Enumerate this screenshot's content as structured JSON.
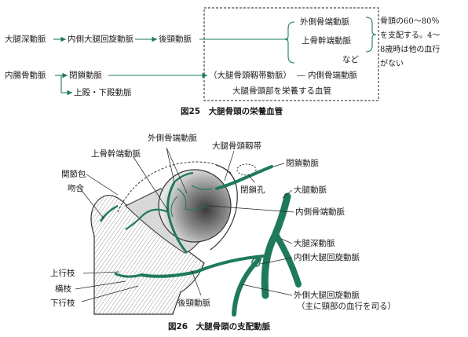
{
  "fig25": {
    "caption": "図25　大腿骨頭の栄養血管",
    "deep_femoral": "大腿深動脈",
    "medial_circumflex": "内側大腿回旋動脈",
    "posterior_cervical": "後頸動脈",
    "lateral_epiphyseal": "外側骨端動脈",
    "superior_metaphyseal": "上骨幹端動脈",
    "etc": "など",
    "note": [
      "骨頭の60～80％",
      "を支配する。4～",
      "8歳時は他の血行",
      "がない"
    ],
    "internal_iliac": "内腸骨動脈",
    "obturator": "閉鎖動脈",
    "lig_teres_artery": "（大腿骨頭靱帯動脈）",
    "medial_epiphyseal": "内側骨端動脈",
    "dash": "―",
    "box_label": "大腿骨頭部を栄養する血管",
    "gluteal": "上殿・下殿動脈"
  },
  "fig26": {
    "caption": "図26　大腿骨頭の支配動脈",
    "lateral_epiphyseal": "外側骨端動脈",
    "superior_metaphyseal": "上骨幹端動脈",
    "lig_teres": "大腿骨頭靱帯",
    "capsule": "関節包",
    "labrum": "吻合",
    "obturator_artery": "閉鎖動脈",
    "obturator_foramen": "閉鎖孔",
    "femoral_artery": "大腿動脈",
    "medial_epiphyseal": "内側骨端動脈",
    "deep_femoral": "大腿深動脈",
    "medial_circumflex": "内側大腿回旋動脈",
    "ascending": "上行枝",
    "transverse": "横枝",
    "descending": "下行枝",
    "posterior_cervical": "後頸動脈",
    "lateral_circumflex": "外側大腿回旋動脈",
    "lateral_circumflex_note": "（主に頸部の血行を司る）"
  },
  "colors": {
    "artery_green": "#1f7a5c",
    "line": "#222222",
    "bone_shade": "#bdbdbd"
  }
}
